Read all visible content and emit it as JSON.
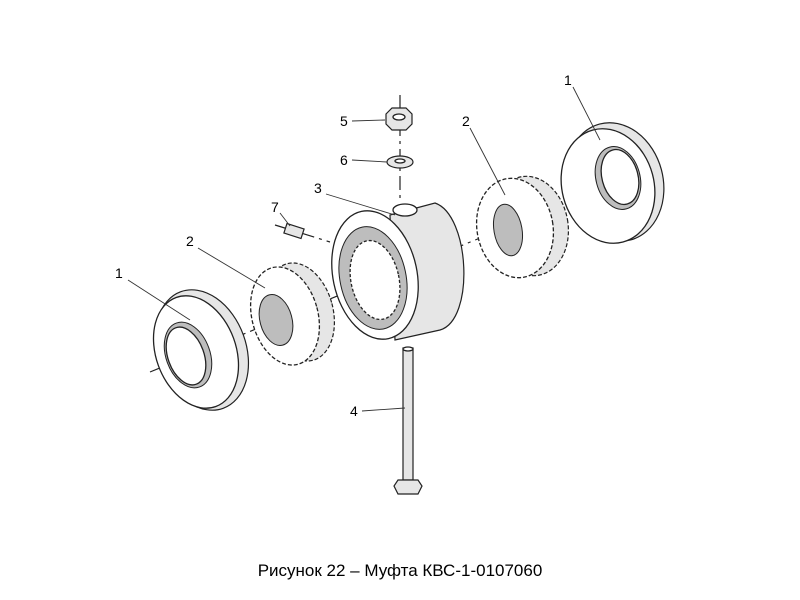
{
  "figure": {
    "caption": "Рисунок 22 – Муфта КВС-1-0107060",
    "callouts": [
      "1",
      "2",
      "3",
      "4",
      "5",
      "6",
      "7",
      "2",
      "1"
    ]
  }
}
